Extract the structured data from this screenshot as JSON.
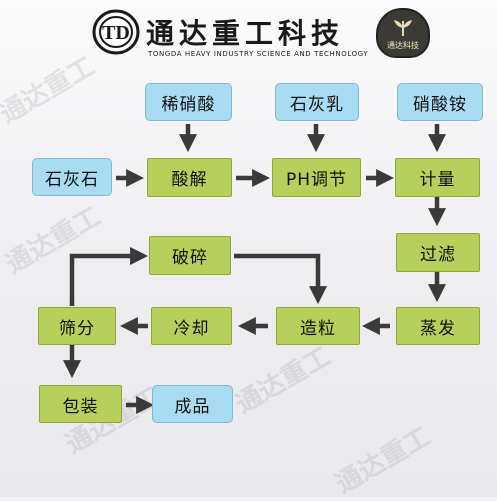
{
  "header": {
    "brand_cn": "通达重工科技",
    "brand_en": "TONGDA HEAVY INDUSTRY SCIENCE AND TECHNOLOGY",
    "logo_mark": "TD",
    "badge_text": "通达科技"
  },
  "nodes": {
    "xixiaosuan": "稀硝酸",
    "shihuiru": "石灰乳",
    "xiaosuanan": "硝酸铵",
    "shihuishi": "石灰石",
    "suanjie": "酸解",
    "ph_tiaojie": "PH调节",
    "jiliang": "计量",
    "guolv": "过滤",
    "posui": "破碎",
    "shaifen": "筛分",
    "lengque": "冷却",
    "zaoli": "造粒",
    "zhengfa": "蒸发",
    "baozhuang": "包装",
    "chengpin": "成品"
  },
  "watermark": "通达重工",
  "colors": {
    "raw_material": "#a9dcf3",
    "process_step": "#b7cf5b",
    "arrow": "#3a3a3a"
  }
}
